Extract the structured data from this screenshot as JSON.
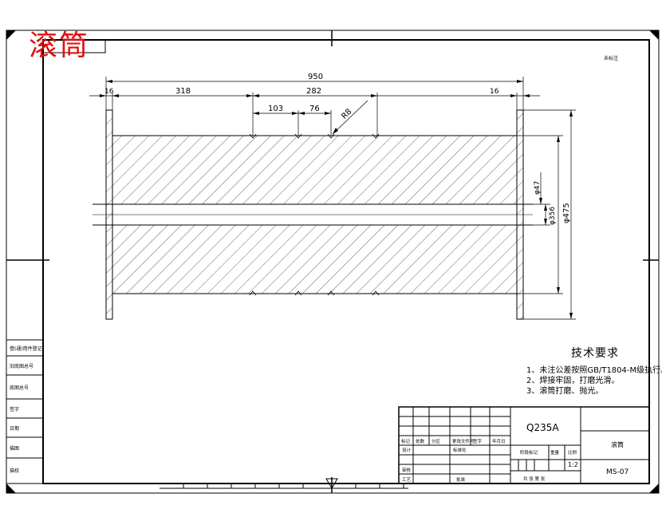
{
  "drawing": {
    "title_cn": "滚筒",
    "corner_note": "未标注"
  },
  "dimensions": {
    "overall_length": "950",
    "flange_left": "16",
    "flange_right": "16",
    "seg_318": "318",
    "seg_282": "282",
    "seg_103": "103",
    "seg_76": "76",
    "radius": "R8",
    "dia_47": "φ47",
    "dia_356": "φ356",
    "dia_475": "φ475"
  },
  "tech_requirements": {
    "title": "技术要求",
    "items": [
      "1、未注公差按照GB/T1804-M级执行。",
      "2、焊接牢固，打磨光滑。",
      "3、滚筒打磨、抛光。"
    ]
  },
  "title_block": {
    "material": "Q235A",
    "part_name": "滚筒",
    "drawing_no": "MS-07",
    "scale": "1:2",
    "scale_label": "比例",
    "weight_label": "重量",
    "stage_label": "阶段标记",
    "sheet_label": "共  张  第  张",
    "rev_headers": [
      "标记",
      "处数",
      "分区",
      "更改文件号",
      "签字",
      "年月日"
    ],
    "designer_label": "设计",
    "std_label": "标准化",
    "check_label": "审核",
    "process_label": "工艺",
    "approve_label": "批准"
  },
  "side_table": {
    "rows": [
      "借(通)用件登记",
      "旧底图总号",
      "底图总号",
      "签字",
      "日期",
      "描图",
      "描校"
    ]
  }
}
